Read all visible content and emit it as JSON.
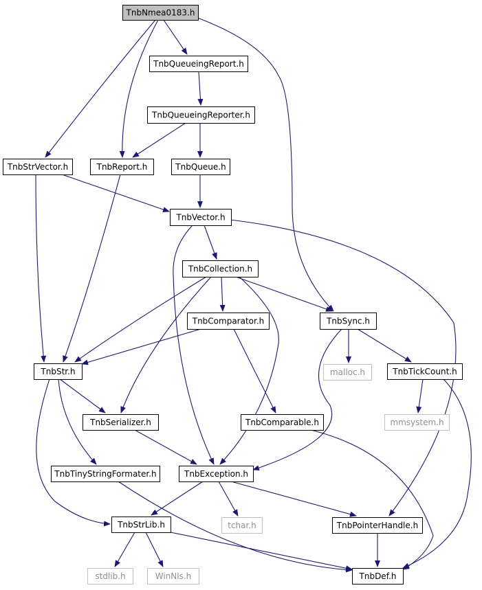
{
  "nodes": [
    {
      "id": "nmea",
      "label": "TnbNmea0183.h",
      "kind": "root"
    },
    {
      "id": "queueingReport",
      "label": "TnbQueueingReport.h",
      "kind": "header"
    },
    {
      "id": "queueingReporter",
      "label": "TnbQueueingReporter.h",
      "kind": "header"
    },
    {
      "id": "strVector",
      "label": "TnbStrVector.h",
      "kind": "header"
    },
    {
      "id": "report",
      "label": "TnbReport.h",
      "kind": "header"
    },
    {
      "id": "queue",
      "label": "TnbQueue.h",
      "kind": "header"
    },
    {
      "id": "vector",
      "label": "TnbVector.h",
      "kind": "header"
    },
    {
      "id": "collection",
      "label": "TnbCollection.h",
      "kind": "header"
    },
    {
      "id": "comparator",
      "label": "TnbComparator.h",
      "kind": "header"
    },
    {
      "id": "sync",
      "label": "TnbSync.h",
      "kind": "header"
    },
    {
      "id": "str",
      "label": "TnbStr.h",
      "kind": "header"
    },
    {
      "id": "malloc",
      "label": "malloc.h",
      "kind": "system"
    },
    {
      "id": "tickCount",
      "label": "TnbTickCount.h",
      "kind": "header"
    },
    {
      "id": "serializer",
      "label": "TnbSerializer.h",
      "kind": "header"
    },
    {
      "id": "comparable",
      "label": "TnbComparable.h",
      "kind": "header"
    },
    {
      "id": "mmsystem",
      "label": "mmsystem.h",
      "kind": "system"
    },
    {
      "id": "tinyFmt",
      "label": "TnbTinyStringFormater.h",
      "kind": "header"
    },
    {
      "id": "exception",
      "label": "TnbException.h",
      "kind": "header"
    },
    {
      "id": "strLib",
      "label": "TnbStrLib.h",
      "kind": "header"
    },
    {
      "id": "tchar",
      "label": "tchar.h",
      "kind": "system"
    },
    {
      "id": "pointerHandle",
      "label": "TnbPointerHandle.h",
      "kind": "header"
    },
    {
      "id": "stdlib",
      "label": "stdlib.h",
      "kind": "system"
    },
    {
      "id": "winnls",
      "label": "WinNls.h",
      "kind": "system"
    },
    {
      "id": "def",
      "label": "TnbDef.h",
      "kind": "header"
    }
  ],
  "edges": [
    [
      "nmea",
      "queueingReport"
    ],
    [
      "nmea",
      "strVector"
    ],
    [
      "nmea",
      "report"
    ],
    [
      "nmea",
      "sync"
    ],
    [
      "queueingReport",
      "queueingReporter"
    ],
    [
      "queueingReporter",
      "report"
    ],
    [
      "queueingReporter",
      "queue"
    ],
    [
      "strVector",
      "vector"
    ],
    [
      "strVector",
      "str"
    ],
    [
      "report",
      "str"
    ],
    [
      "queue",
      "vector"
    ],
    [
      "vector",
      "collection"
    ],
    [
      "vector",
      "exception"
    ],
    [
      "vector",
      "pointerHandle"
    ],
    [
      "collection",
      "comparator"
    ],
    [
      "collection",
      "sync"
    ],
    [
      "collection",
      "str"
    ],
    [
      "collection",
      "serializer"
    ],
    [
      "collection",
      "exception"
    ],
    [
      "comparator",
      "str"
    ],
    [
      "comparator",
      "comparable"
    ],
    [
      "sync",
      "malloc"
    ],
    [
      "sync",
      "tickCount"
    ],
    [
      "sync",
      "exception"
    ],
    [
      "tickCount",
      "mmsystem"
    ],
    [
      "tickCount",
      "def"
    ],
    [
      "str",
      "serializer"
    ],
    [
      "str",
      "tinyFmt"
    ],
    [
      "str",
      "strLib"
    ],
    [
      "serializer",
      "exception"
    ],
    [
      "comparable",
      "def"
    ],
    [
      "tinyFmt",
      "def"
    ],
    [
      "exception",
      "strLib"
    ],
    [
      "exception",
      "tchar"
    ],
    [
      "exception",
      "pointerHandle"
    ],
    [
      "strLib",
      "stdlib"
    ],
    [
      "strLib",
      "winnls"
    ],
    [
      "strLib",
      "def"
    ],
    [
      "pointerHandle",
      "def"
    ]
  ],
  "colors": {
    "edge": "#191970",
    "node_border": "#000000",
    "root_fill": "#bfbfbf",
    "system_border": "#bfbfbf",
    "system_text": "#8f8f8f"
  }
}
